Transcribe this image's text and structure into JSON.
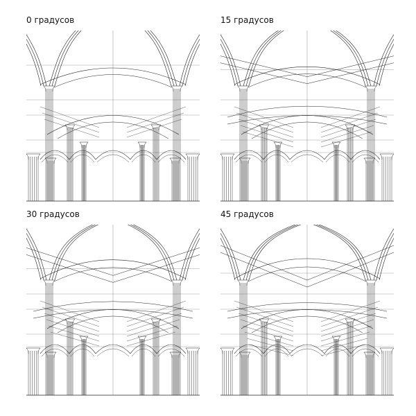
{
  "panels": [
    {
      "title": "0 градусов",
      "angle": 0
    },
    {
      "title": "15 градусов",
      "angle": 15
    },
    {
      "title": "30 градусов",
      "angle": 30
    },
    {
      "title": "45 градусов",
      "angle": 45
    }
  ],
  "watermark": "",
  "colors": {
    "line": "#222222",
    "light": "#8a8a8a",
    "bg": "#ffffff"
  }
}
